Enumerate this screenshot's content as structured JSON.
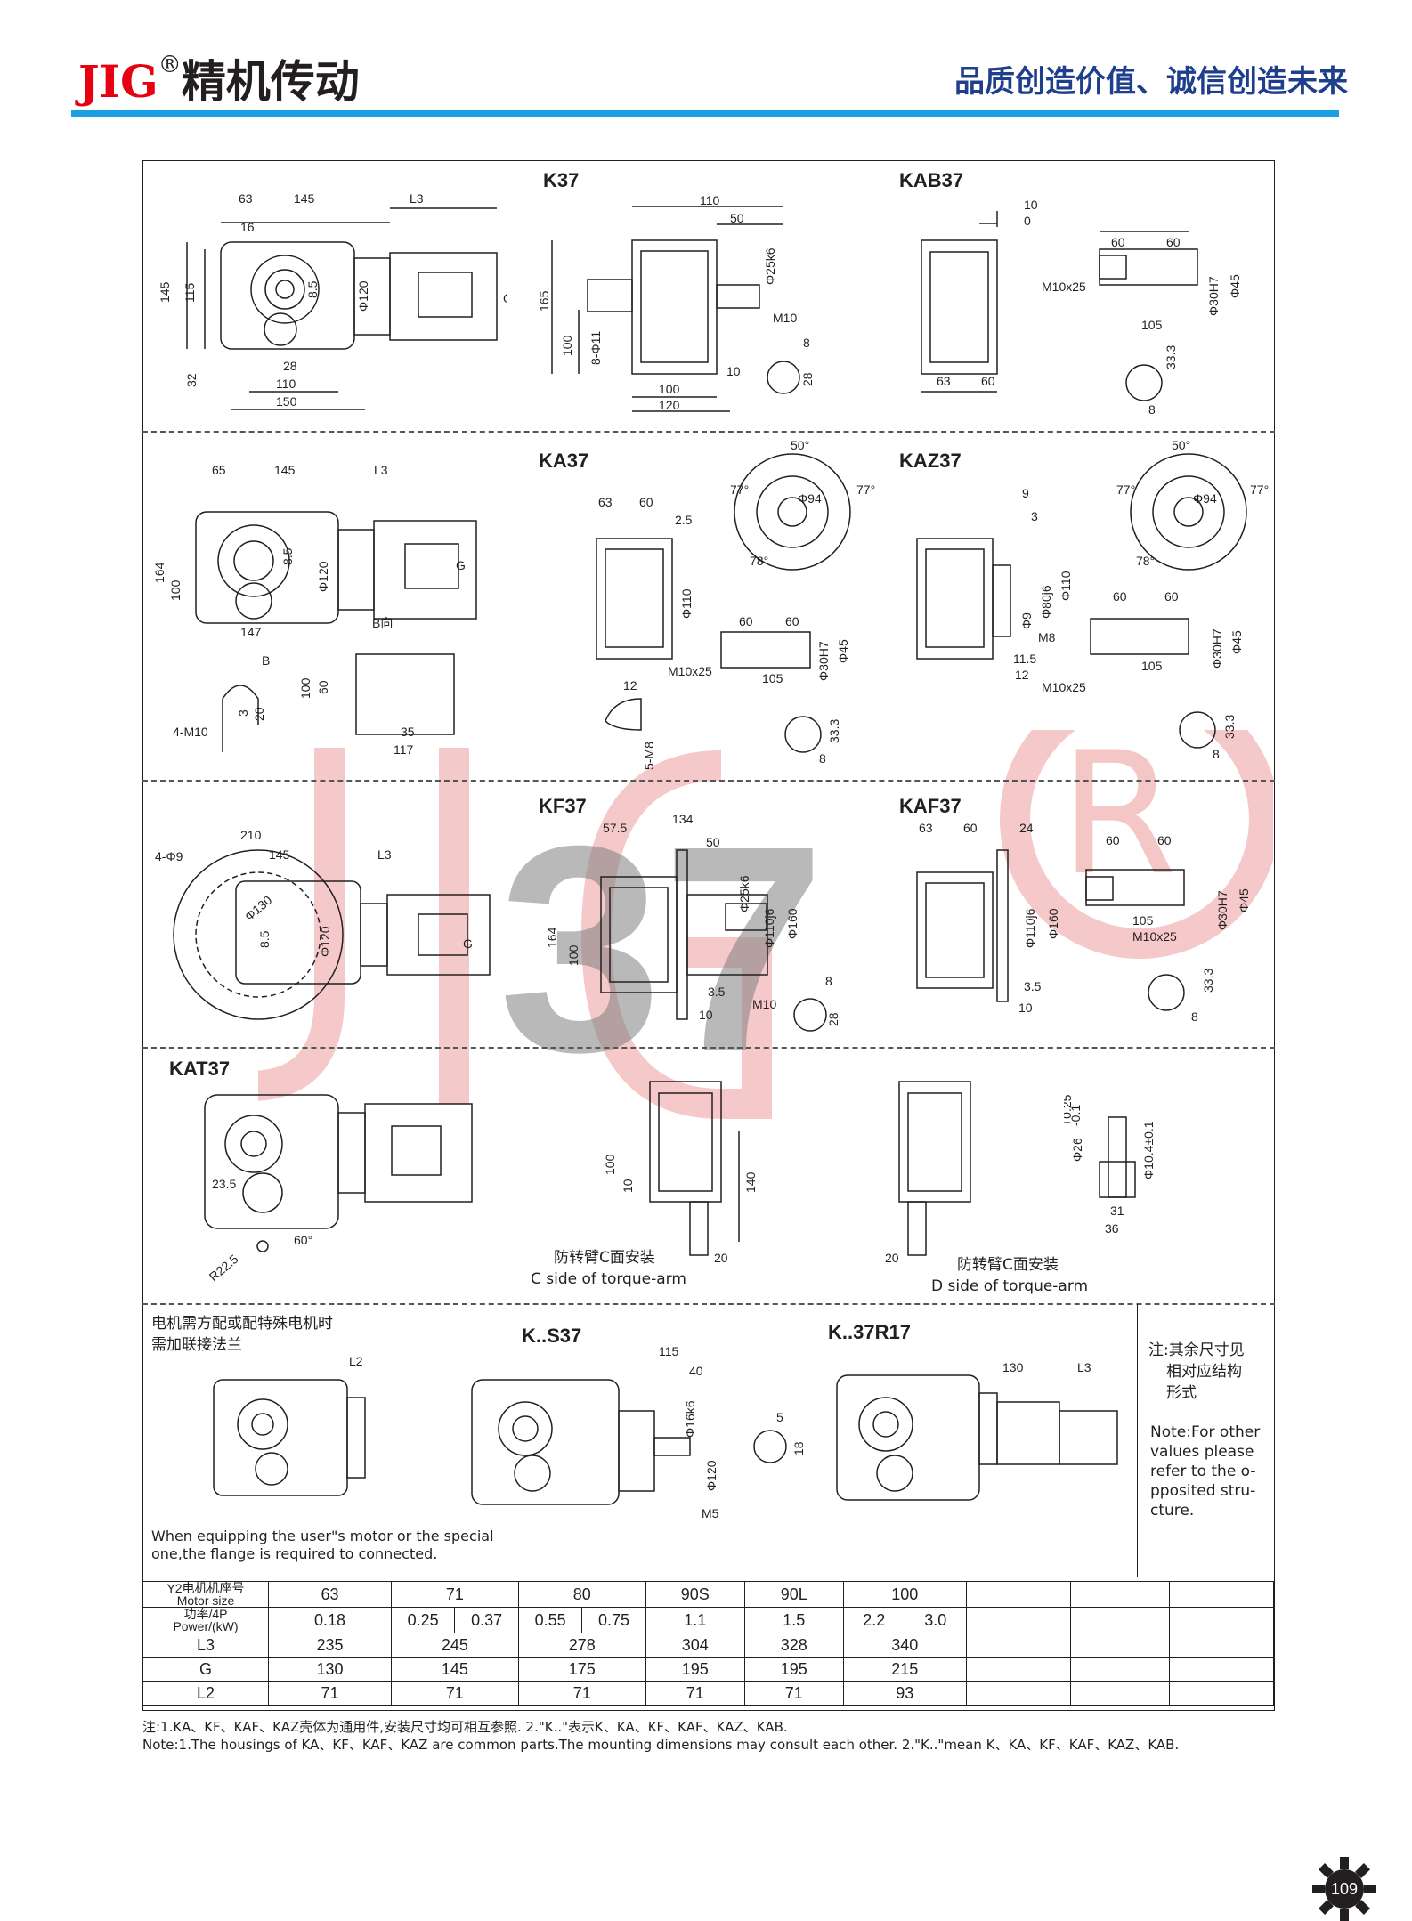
{
  "header": {
    "brand_latin": "JIG",
    "brand_mark": "®",
    "brand_cn": "精机传动",
    "slogan": "品质创造价值、诚信创造未来"
  },
  "colors": {
    "brand_red": "#e60012",
    "slogan_blue": "#1f3e8c",
    "rule_cyan": "#1aa0e0"
  },
  "sections": {
    "k37": {
      "title": "K37",
      "dims": [
        "63",
        "145",
        "L3",
        "16",
        "145",
        "115",
        "8.5",
        "Φ120",
        "G",
        "32",
        "28",
        "110",
        "150",
        "110",
        "50",
        "Φ25k6",
        "165",
        "100",
        "8-Φ11",
        "M10",
        "8",
        "28",
        "100",
        "120",
        "10"
      ]
    },
    "kab37": {
      "title": "KAB37",
      "dims": [
        "10",
        "0",
        "60",
        "60",
        "Φ45",
        "Φ30H7",
        "M10x25",
        "105",
        "33.3",
        "8",
        "63",
        "60"
      ]
    },
    "ka37": {
      "title": "KA37",
      "dims": [
        "65",
        "145",
        "L3",
        "164",
        "100",
        "8.5",
        "Φ120",
        "G",
        "147",
        "B",
        "B向",
        "4-M10",
        "3",
        "20",
        "100",
        "60",
        "35",
        "117",
        "63",
        "60",
        "2.5",
        "Φ110",
        "60",
        "60",
        "Φ45",
        "Φ30H7",
        "M10x25",
        "105",
        "12",
        "5-M8",
        "33.3",
        "8",
        "50°",
        "77°",
        "77°",
        "78°",
        "Φ94"
      ]
    },
    "kaz37": {
      "title": "KAZ37",
      "dims": [
        "9",
        "3",
        "Φ80j6",
        "Φ110",
        "Φ9",
        "M8",
        "11.5",
        "12",
        "M10x25",
        "60",
        "60",
        "Φ45",
        "Φ30H7",
        "105",
        "33.3",
        "8",
        "50°",
        "77°",
        "77°",
        "78°",
        "Φ94"
      ]
    },
    "kf37": {
      "title": "KF37",
      "dims": [
        "4-Φ9",
        "210",
        "145",
        "L3",
        "Φ130",
        "8.5",
        "Φ120",
        "G",
        "57.5",
        "134",
        "50",
        "Φ25k6",
        "Φ110j6",
        "Φ160",
        "164",
        "100",
        "3.5",
        "10",
        "M10",
        "8",
        "28"
      ]
    },
    "kaf37": {
      "title": "KAF37",
      "dims": [
        "63",
        "60",
        "24",
        "Φ110j6",
        "Φ160",
        "3.5",
        "10",
        "60",
        "60",
        "Φ45",
        "Φ30H7",
        "105",
        "M10x25",
        "33.3",
        "8"
      ]
    },
    "kat37": {
      "title": "KAT37",
      "dims": [
        "23.5",
        "R22.5",
        "60°",
        "100",
        "10",
        "140",
        "20",
        "20",
        "Φ26",
        "+0.25",
        "-0.1",
        "Φ10.4±0.1",
        "31",
        "36"
      ],
      "caption_c_cn": "防转臂C面安装",
      "caption_c_en": "C side of torque-arm",
      "caption_d_cn": "防转臂C面安装",
      "caption_d_en": "D side of torque-arm"
    },
    "motor_note": {
      "cn_line1": "电机需方配或配特殊电机时",
      "cn_line2": "需加联接法兰",
      "dim": "L2",
      "en_line1": "When equipping the user\"s motor or the special",
      "en_line2": "one,the flange is required to connected."
    },
    "ks37": {
      "title": "K..S37",
      "dims": [
        "115",
        "40",
        "Φ16k6",
        "Φ120",
        "M5",
        "5",
        "18"
      ]
    },
    "kr17": {
      "title": "K..37R17",
      "dims": [
        "130",
        "L3"
      ]
    },
    "side_note": {
      "cn": [
        "注:其余尺寸见",
        "相对应结构",
        "形式"
      ],
      "en": [
        "Note:For other",
        "values please",
        "refer to the o-",
        "pposited stru-",
        "cture."
      ]
    }
  },
  "table": {
    "row_labels": [
      [
        "Y2电机机座号",
        "Motor size"
      ],
      [
        "功率/4P",
        "Power/(kW)"
      ],
      [
        "L3"
      ],
      [
        "G"
      ],
      [
        "L2"
      ]
    ],
    "motor_size": [
      "63",
      "71",
      "80",
      "90S",
      "90L",
      "100"
    ],
    "power": [
      "0.18",
      "0.25",
      "0.37",
      "0.55",
      "0.75",
      "1.1",
      "1.5",
      "2.2",
      "3.0"
    ],
    "L3": [
      "235",
      "245",
      "278",
      "304",
      "328",
      "340"
    ],
    "G": [
      "130",
      "145",
      "175",
      "195",
      "195",
      "215"
    ],
    "L2": [
      "71",
      "71",
      "71",
      "71",
      "71",
      "93"
    ]
  },
  "footnotes": {
    "cn": "注:1.KA、KF、KAF、KAZ壳体为通用件,安装尺寸均可相互参照.    2.\"K..\"表示K、KA、KF、KAF、KAZ、KAB.",
    "en": "Note:1.The housings of KA、KF、KAF、KAZ are common parts.The mounting dimensions may consult each other. 2.\"K..\"mean K、KA、KF、KAF、KAZ、KAB."
  },
  "watermark": {
    "text": "37",
    "brand": "JIG"
  },
  "page_number": "109"
}
